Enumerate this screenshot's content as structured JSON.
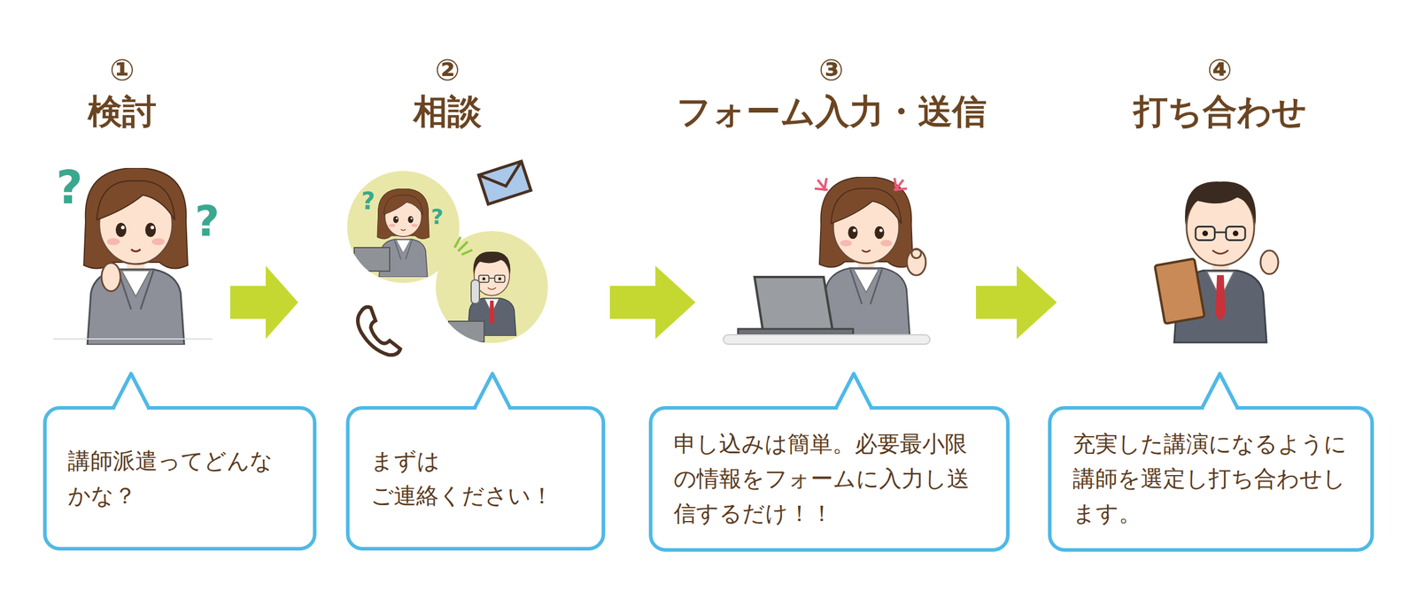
{
  "diagram": {
    "nodes": [
      {
        "text": [
          "講師派遣ってどんなかな？"
        ]
      },
      {
        "text": [
          "まずは ご連絡ください！"
        ]
      },
      {
        "text": [
          "申し込みは簡単。必要最小限の情報をフォームに入力し送信するだけ！！"
        ]
      },
      {
        "text": [
          "充実した講演になるように講師を選定し打ち合わせします。"
        ]
      }
    ],
    "labels": [
      "①",
      "検討",
      "②",
      "相談",
      "③",
      "フォーム入力・送信",
      "④",
      "打ち合わせ"
    ]
  }
}
